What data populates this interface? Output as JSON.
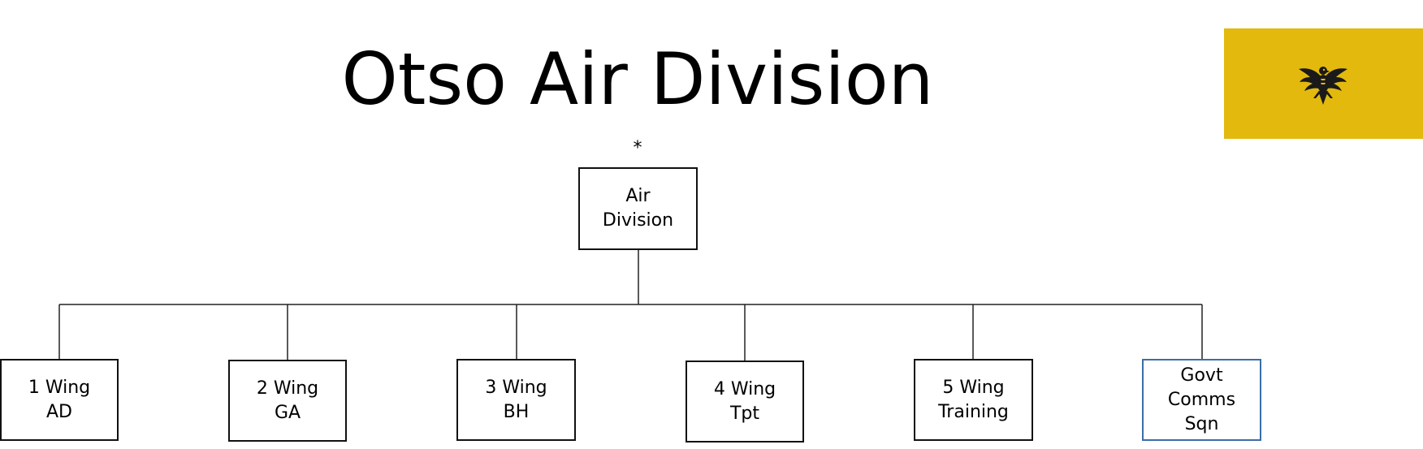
{
  "title": "Otso Air Division",
  "flag": {
    "background_color": "#e3b90e",
    "emblem_icon": "eagle-emblem-icon"
  },
  "org_chart": {
    "root": {
      "marker": "*",
      "label": "Air\nDivision"
    },
    "children": [
      {
        "label": "1 Wing\nAD",
        "border_color": "#111111"
      },
      {
        "label": "2 Wing\nGA",
        "border_color": "#111111"
      },
      {
        "label": "3 Wing\nBH",
        "border_color": "#111111"
      },
      {
        "label": "4 Wing\nTpt",
        "border_color": "#111111"
      },
      {
        "label": "5 Wing\nTraining",
        "border_color": "#111111"
      },
      {
        "label": "Govt\nComms\nSqn",
        "border_color": "#3a6ea8"
      }
    ]
  }
}
